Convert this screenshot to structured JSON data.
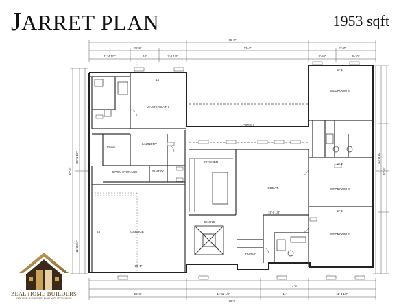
{
  "header": {
    "title_initial": "J",
    "title_rest": "ARRET PLAN",
    "sqft": "1953 sqft"
  },
  "rooms": {
    "master_bath": "MASTER BATH",
    "bedroom4": "BEDROOM 4",
    "porch_top": "PORCH",
    "pass": "PASS",
    "laundry": "LAUNDRY",
    "open_storage": "OPEN STORAGE",
    "pantry": "PANTRY",
    "kitchen": "KITCHEN",
    "great": "GREAT",
    "bedroom3": "BEDROOM 3",
    "bedroom2": "BEDROOM 2",
    "garage": "GARAGE",
    "dining": "DINING",
    "porch_bottom": "PORCH"
  },
  "dims": {
    "top_total": "65'-8\"",
    "top_left": "25'-8\"",
    "top_mid": "32'-4\"",
    "top_right": "11'-8\"",
    "top_a": "11'-4 1/2\"",
    "top_b": "10'",
    "top_c": "2'-8 1/2\"",
    "top_d": "8'-10\"",
    "top_e": "6'-10\"",
    "bottom_total": "65'-8\"",
    "bottom_left": "25'-8\"",
    "bottom_mid": "11'-11 1/2\"",
    "bottom_r1": "11'",
    "bottom_r2": "7'-6\"",
    "bottom_r3": "11'-4 1/2\"",
    "garage_width": "25'-1\"",
    "garage_depth": "23'",
    "left_total": "52'-4\"",
    "left_b": "22'-1 1/2\"",
    "left_c": "11'-3 3/4\"",
    "right_total": "52'-4\"",
    "right_b": "40'-8 1/2\"",
    "great_w": "19'-0 1/2\"",
    "master_w": "14'",
    "bed4_w": "11'-1\"",
    "bed3_w": "11'-1\"",
    "bed2_w": "11'-1\""
  },
  "brand": {
    "name": "ZEAL HOME BUILDERS",
    "tagline": "INSPIRED BY NATURE. BUILT WITH PRECISION"
  }
}
